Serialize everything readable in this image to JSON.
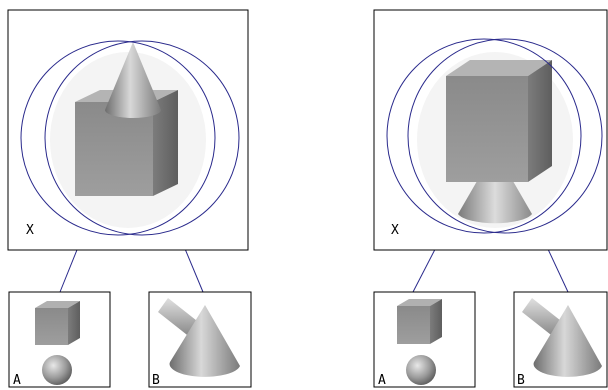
{
  "colors": {
    "frame": "#000000",
    "circle": "#2a2a8c",
    "connector": "#2a2a8c",
    "shade_light": "#c8c8c8",
    "shade_mid": "#9a9a9a",
    "shade_dark": "#6a6a6a"
  },
  "panels": [
    {
      "name": "left",
      "main": {
        "label": "X",
        "composition": "cone-on-top-of-cube"
      },
      "children": [
        {
          "label": "A",
          "composition": "cube-on-sphere"
        },
        {
          "label": "B",
          "composition": "cone-with-cylinder"
        }
      ]
    },
    {
      "name": "right",
      "main": {
        "label": "X",
        "composition": "cube-on-top-of-cone"
      },
      "children": [
        {
          "label": "A",
          "composition": "cube-on-sphere"
        },
        {
          "label": "B",
          "composition": "cone-with-cylinder"
        }
      ]
    }
  ]
}
